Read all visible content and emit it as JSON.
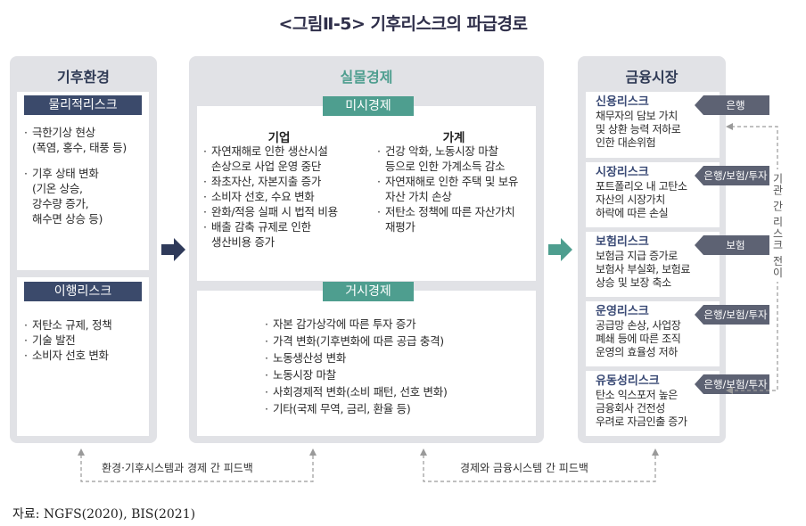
{
  "title": "<그림Ⅱ-5> 기후리스크의 파급경로",
  "climate_env": {
    "header": "기후환경",
    "physical": {
      "label": "물리적리스크",
      "items": [
        "극한기상 현상\n(폭염, 홍수, 태풍 등)",
        "기후 상태 변화\n(기온 상승,\n강수량 증가,\n해수면 상승 등)"
      ]
    },
    "transition": {
      "label": "이행리스크",
      "items": [
        "저탄소 규제, 정책",
        "기술 발전",
        "소비자 선호 변화"
      ]
    }
  },
  "real_economy": {
    "header": "실물경제",
    "micro": {
      "label": "미시경제",
      "firm_title": "기업",
      "firm_items": [
        "자연재해로 인한 생산시설\n손상으로 사업 운영 중단",
        "좌초자산, 자본지출 증가",
        "소비자 선호, 수요 변화",
        "완화/적응 실패 시 법적 비용",
        "배출 감축 규제로 인한\n생산비용 증가"
      ],
      "household_title": "가계",
      "household_items": [
        "건강 악화, 노동시장 마찰\n등으로 인한 가계소득 감소",
        "자연재해로 인한 주택 및 보유\n자산 가치 손상",
        "저탄소 정책에 따른 자산가치\n재평가"
      ]
    },
    "macro": {
      "label": "거시경제",
      "items": [
        "자본 감가상각에 따른 투자 증가",
        "가격 변화(기후변화에 따른 공급 충격)",
        "노동생산성 변화",
        "노동시장 마찰",
        "사회경제적 변화(소비 패턴, 선호 변화)",
        "기타(국제 무역, 금리, 환율 등)"
      ]
    }
  },
  "financial_market": {
    "header": "금융시장",
    "risks": [
      {
        "title": "신용리스크",
        "body": "채무자의 담보 가치\n및 상환 능력 저하로\n인한 대손위험",
        "tag": "은행"
      },
      {
        "title": "시장리스크",
        "body": "포트폴리오 내 고탄소\n자산의 시장가치\n하락에 따른 손실",
        "tag": "은행/보험/투자"
      },
      {
        "title": "보험리스크",
        "body": "보험금 지급 증가로\n보험사 부실화, 보험료\n상승 및 보장 축소",
        "tag": "보험"
      },
      {
        "title": "운영리스크",
        "body": "공급망 손상, 사업장\n폐쇄 등에 따른 조직\n운영의 효율성 저하",
        "tag": "은행/보험/투자"
      },
      {
        "title": "유동성리스크",
        "body": "탄소 익스포저 높은\n금융회사 건전성\n우려로 자금인출 증가",
        "tag": "은행/보험/투자"
      }
    ],
    "side_label": "기관 간 리스크 전이"
  },
  "feedback": {
    "left": "환경·기후시스템과 경제 간 피드백",
    "right": "경제와 금융시스템 간 피드백"
  },
  "source": "자료: NGFS(2020), BIS(2021)",
  "colors": {
    "navy": "#3b4a6b",
    "teal": "#4e9e8f",
    "gray_bg": "#e1e2e6",
    "tag": "#5d6273"
  }
}
